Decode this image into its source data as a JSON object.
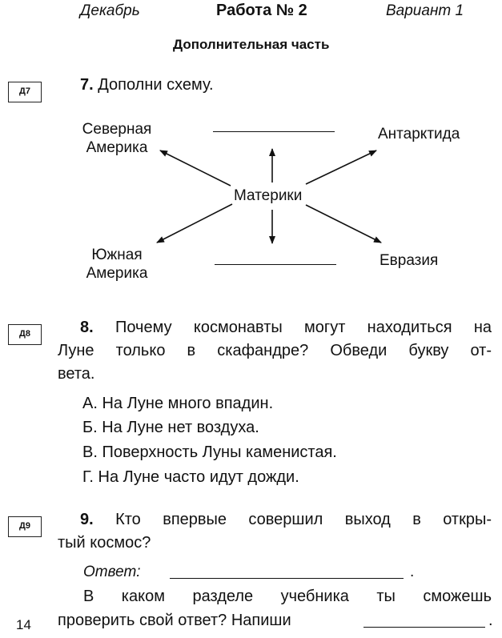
{
  "header": {
    "month": "Декабрь",
    "work": "Работа № 2",
    "variant": "Вариант 1"
  },
  "subtitle": "Дополнительная часть",
  "q7": {
    "badge": "Д7",
    "number": "7.",
    "text": "Дополни схему.",
    "diagram": {
      "center": "Материки",
      "north_america_l1": "Северная",
      "north_america_l2": "Америка",
      "antarctica": "Антарктида",
      "south_america_l1": "Южная",
      "south_america_l2": "Америка",
      "eurasia": "Евразия"
    }
  },
  "q8": {
    "badge": "Д8",
    "number": "8.",
    "line1": "Почему космонавты могут находиться на",
    "line2": "Луне только в скафандре? Обведи букву от-",
    "line3": "вета.",
    "options": [
      "А. На Луне много впадин.",
      "Б. На Луне нет воздуха.",
      "В. Поверхность Луны каменистая.",
      "Г. На Луне часто идут дожди."
    ]
  },
  "q9": {
    "badge": "Д9",
    "number": "9.",
    "line1": "Кто впервые совершил выход в откры-",
    "line2": "тый космос?",
    "answer_label": "Ответ:",
    "line3": "В каком разделе учебника ты сможешь",
    "line4": "проверить свой ответ? Напиши"
  },
  "page_number": "14"
}
